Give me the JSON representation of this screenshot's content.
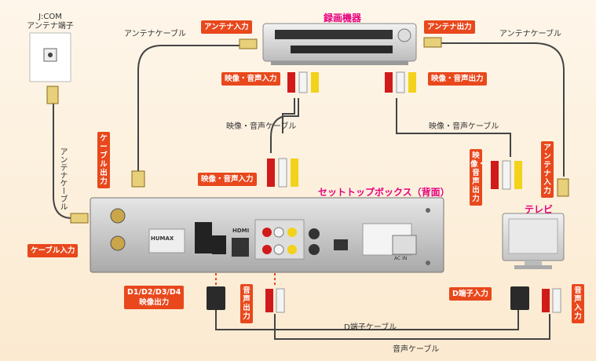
{
  "titles": {
    "recorder": "録画機器",
    "stb": "セットトップボックス（背面）",
    "tv": "テレビ"
  },
  "jcom": {
    "line1": "J:COM",
    "line2": "アンテナ端子"
  },
  "labels": {
    "antenna_cable_left": "アンテナケーブル",
    "antenna_cable_vertical": "アンテナケーブル",
    "antenna_cable_right": "アンテナケーブル",
    "av_cable_left": "映像・音声ケーブル",
    "av_cable_right": "映像・音声ケーブル",
    "d_cable": "D端子ケーブル",
    "audio_cable": "音声ケーブル"
  },
  "tags": {
    "antenna_in": "アンテナ入力",
    "antenna_out": "アンテナ出力",
    "av_in_recorder": "映像・音声入力",
    "av_out_recorder": "映像・音声出力",
    "cable_out": "ケーブル出力",
    "av_in_stb": "映像・音声入力",
    "cable_in": "ケーブル入力",
    "av_out_tv": "映像・音声出力",
    "antenna_in_tv": "アンテナ入力",
    "d_out": "D1/D2/D3/D4\n映像出力",
    "audio_out": "音声出力",
    "d_in": "D端子入力",
    "audio_in": "音声入力"
  },
  "device_text": {
    "humax": "HUMAX",
    "hdmi": "HDMI",
    "power": "AC IN"
  },
  "colors": {
    "tag": "#e8481c",
    "title": "#e6007e",
    "cable": "#444444",
    "red": "#d11a1a",
    "white": "#f4f4f4",
    "yellow": "#f2d21a"
  }
}
